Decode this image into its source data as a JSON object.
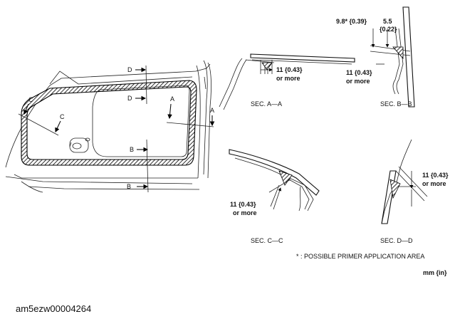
{
  "labels": {
    "cut_a": "A",
    "cut_b": "B",
    "cut_c": "C",
    "cut_d": "D",
    "sec_aa": "SEC. A—A",
    "sec_bb": "SEC. B—B",
    "sec_cc": "SEC. C—C",
    "sec_dd": "SEC. D—D",
    "dim_11_043": "11 {0.43}",
    "or_more": "or more",
    "dim_98": "9.8* {0.39}",
    "dim_55": "5.5",
    "dim_022": "{0.22}",
    "primer_note": "* : POSSIBLE PRIMER APPLICATION AREA",
    "units": "mm {in}",
    "image_id": "am5ezw00004264"
  },
  "colors": {
    "ink": "#111111",
    "background": "#ffffff"
  }
}
